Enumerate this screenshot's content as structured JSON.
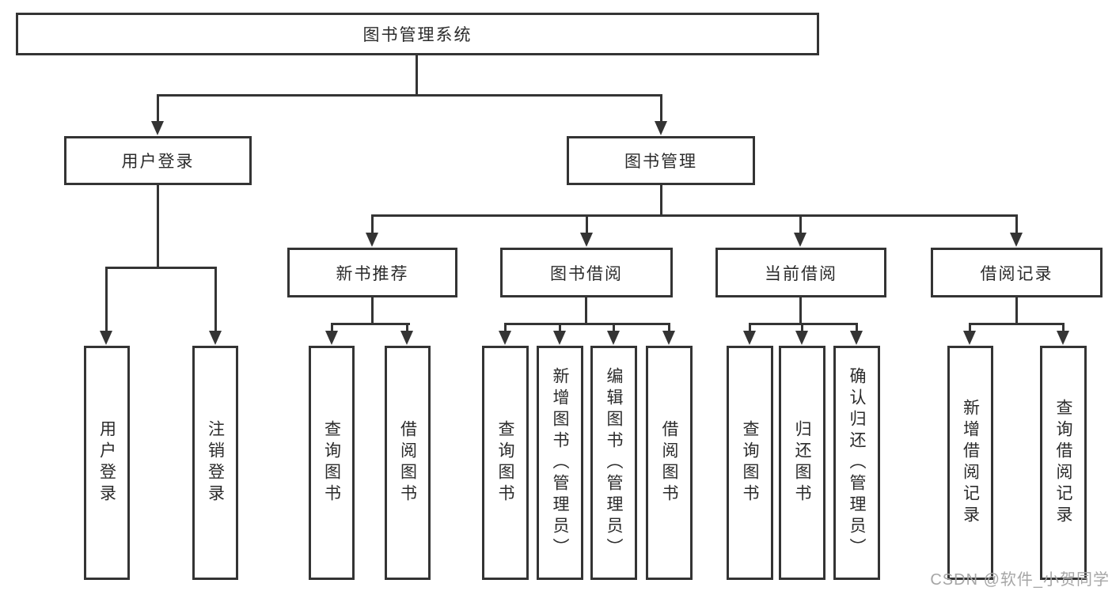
{
  "diagram": {
    "root": {
      "label": "图书管理系统"
    },
    "level1": [
      {
        "label": "用户登录"
      },
      {
        "label": "图书管理"
      }
    ],
    "level2": [
      {
        "label": "新书推荐"
      },
      {
        "label": "图书借阅"
      },
      {
        "label": "当前借阅"
      },
      {
        "label": "借阅记录"
      }
    ],
    "leaves": {
      "user_login": [
        {
          "label": "用户登录"
        },
        {
          "label": "注销登录"
        }
      ],
      "new_book_recommend": [
        {
          "label": "查询图书"
        },
        {
          "label": "借阅图书"
        }
      ],
      "book_borrow": [
        {
          "label": "查询图书"
        },
        {
          "label": "新增图书（管理员）"
        },
        {
          "label": "编辑图书（管理员）"
        },
        {
          "label": "借阅图书"
        }
      ],
      "current_borrow": [
        {
          "label": "查询图书"
        },
        {
          "label": "归还图书"
        },
        {
          "label": "确认归还（管理员）"
        }
      ],
      "borrow_records": [
        {
          "label": "新增借阅记录"
        },
        {
          "label": "查询借阅记录"
        }
      ]
    }
  },
  "watermark": {
    "text": "CSDN @软件_小贺同学"
  },
  "colors": {
    "line": "#343434",
    "box_border": "#343434",
    "text": "#2b2b2b",
    "background": "#ffffff",
    "watermark": "#a6a6a6"
  }
}
